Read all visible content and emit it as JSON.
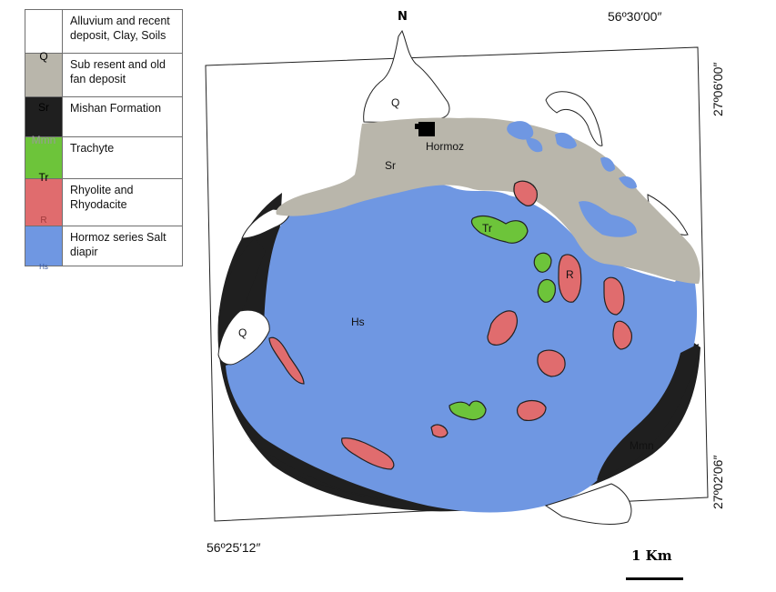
{
  "legend": {
    "rows": [
      {
        "code": "Q",
        "label": "Alluvium and recent deposit, Clay, Soils",
        "color": "#ffffff"
      },
      {
        "code": "Sr",
        "label": "Sub resent and old fan deposit",
        "color": "#b9b6ab"
      },
      {
        "code": "Mmn",
        "label": "Mishan Formation",
        "color": "#1f1f1f"
      },
      {
        "code": "Tr",
        "label": "Trachyte",
        "color": "#6dc43a"
      },
      {
        "code": "R",
        "label": "Rhyolite and Rhyodacite",
        "color": "#e06c6e"
      },
      {
        "code": "Hs",
        "label": "Hormoz series Salt diapir",
        "color": "#6f97e2"
      }
    ]
  },
  "map": {
    "north_label": "N",
    "town_label": "Hormoz",
    "unit_labels": {
      "q_north": "Q",
      "q_west": "Q",
      "sr": "Sr",
      "hs": "Hs",
      "tr": "Tr",
      "r": "R",
      "mmn": "Mmn"
    },
    "coordinates": {
      "top_right_lon": "56º30′00″",
      "bottom_left_lon": "56º25′12″",
      "right_top_lat": "27º06′00″",
      "right_bottom_lat": "27º02′06″"
    },
    "scale_label": "1 Km"
  }
}
